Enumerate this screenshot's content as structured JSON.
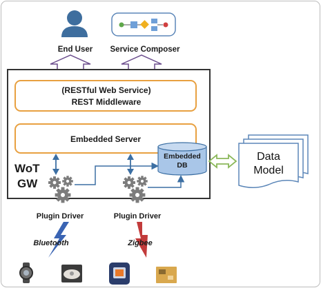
{
  "actors": {
    "end_user": "End User",
    "service_composer": "Service Composer"
  },
  "gateway": {
    "middleware_line1": "(RESTful Web Service)",
    "middleware_line2": "REST Middleware",
    "embedded_server": "Embedded Server",
    "label_line1": "WoT",
    "label_line2": "GW",
    "db_line1": "Embedded",
    "db_line2": "DB"
  },
  "data_model": {
    "line1": "Data",
    "line2": "Model"
  },
  "drivers": {
    "left": "Plugin Driver",
    "right": "Plugin Driver"
  },
  "protocols": {
    "bluetooth": "Bluetooth",
    "zigbee": "Zigbee"
  },
  "colors": {
    "frame_border": "#333333",
    "orange_border": "#e8a040",
    "purple_arrow": "#6a4c8c",
    "blue_line": "#3c6fa3",
    "db_fill": "#a9c6e8",
    "user_icon": "#3e6e9e",
    "data_model_border": "#5b86b8",
    "green_arrow": "#8bb85a",
    "bluetooth_bolt": "#3a64b3",
    "zigbee_bolt": "#c23b3b",
    "gear": "#7c7c7c"
  },
  "icons": {
    "user": "user-icon",
    "workflow": "workflow-diagram-icon",
    "gears": "gears-icon",
    "bluetooth": "lightning-bolt-icon",
    "zigbee": "lightning-bolt-icon",
    "devices": [
      "wristwatch-device-photo",
      "sensor-tag-device-photo",
      "smartwatch-device-photo",
      "sensor-board-device-photo"
    ]
  }
}
